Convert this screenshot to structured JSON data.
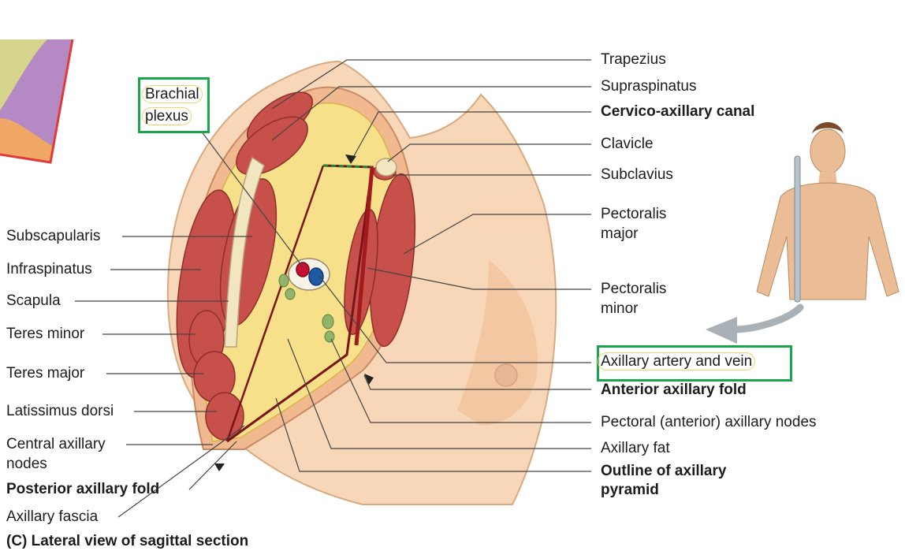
{
  "caption": "(C) Lateral view of sagittal section",
  "left_labels": {
    "subscapularis": "Subscapularis",
    "infraspinatus": "Infraspinatus",
    "scapula": "Scapula",
    "teres_minor": "Teres minor",
    "teres_major": "Teres major",
    "latissimus_dorsi": "Latissimus dorsi",
    "central_axillary_nodes_1": "Central axillary",
    "central_axillary_nodes_2": "nodes",
    "posterior_axillary_fold": "Posterior axillary fold",
    "axillary_fascia": "Axillary fascia"
  },
  "top_labels": {
    "brachial_1": "Brachial",
    "brachial_2": "plexus"
  },
  "right_labels": {
    "trapezius": "Trapezius",
    "supraspinatus": "Supraspinatus",
    "cervico_axillary_canal": "Cervico-axillary canal",
    "clavicle": "Clavicle",
    "subclavius": "Subclavius",
    "pectoralis_major_1": "Pectoralis",
    "pectoralis_major_2": "major",
    "pectoralis_minor_1": "Pectoralis",
    "pectoralis_minor_2": "minor",
    "axillary_artery_and_vein": "Axillary artery and vein",
    "anterior_axillary_fold": "Anterior axillary fold",
    "pectoral_axillary_nodes": "Pectoral (anterior) axillary nodes",
    "axillary_fat": "Axillary fat",
    "outline_pyramid_1": "Outline of axillary",
    "outline_pyramid_2": "pyramid"
  },
  "colors": {
    "skin": "#f5c9a4",
    "muscle": "#c8504a",
    "fat": "#f7e08a",
    "bone": "#f2e6c0",
    "artery": "#c8102e",
    "vein": "#1f5aa6",
    "node": "#8fb46a",
    "highlight": "#1aa64b",
    "pyramid_line": "#7a1416"
  }
}
